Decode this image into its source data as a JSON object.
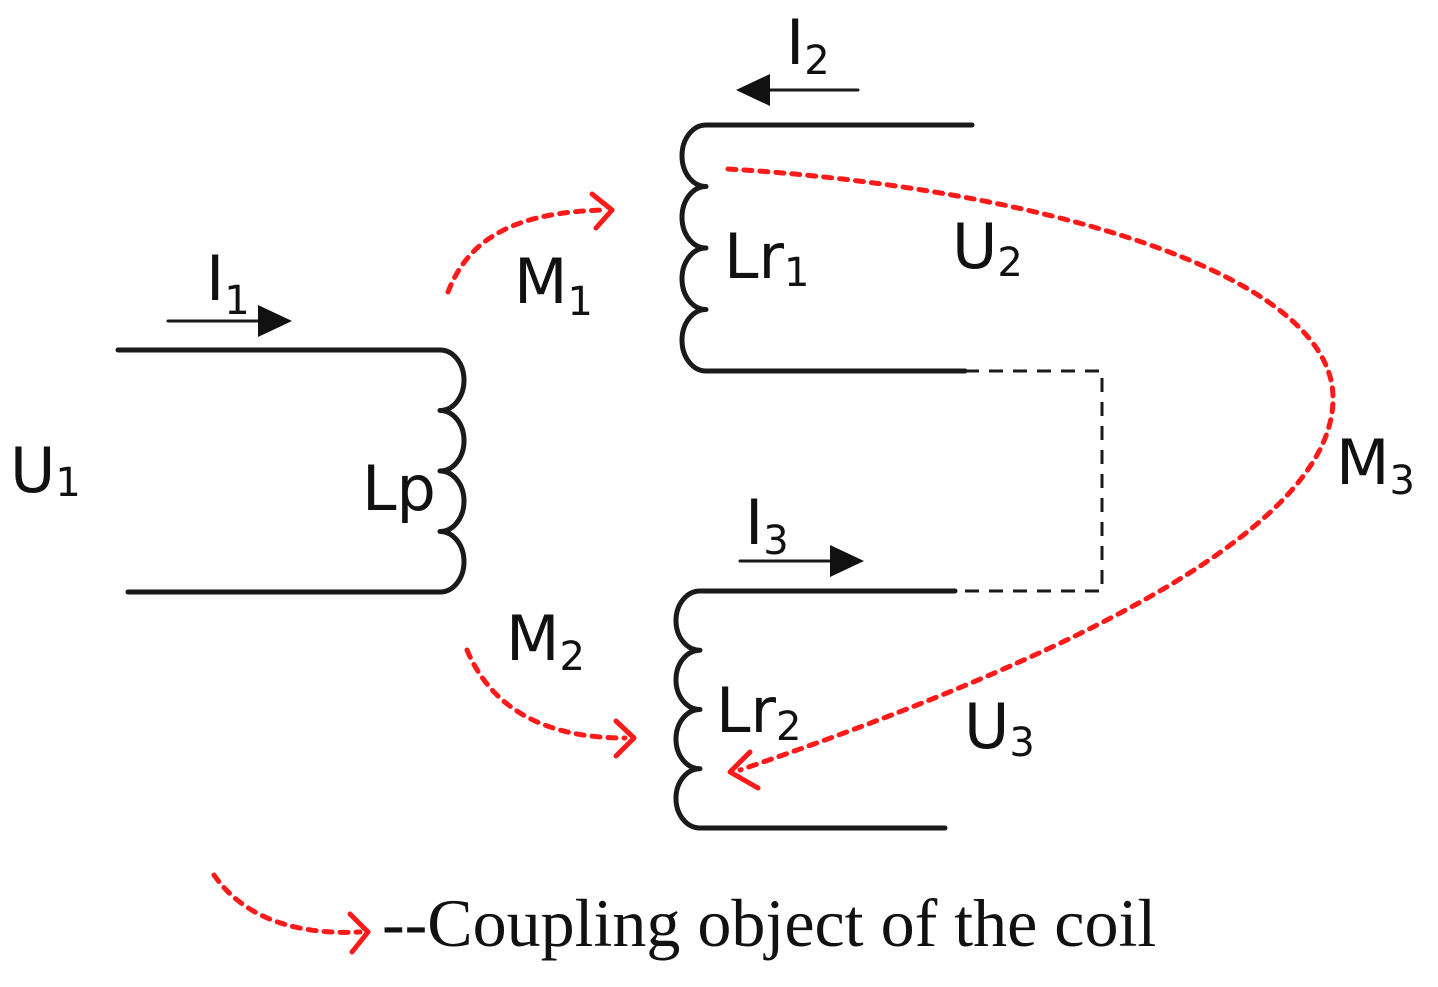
{
  "labels": {
    "u1": {
      "main": "U",
      "sub": "1"
    },
    "u2": {
      "main": "U",
      "sub": "2"
    },
    "u3": {
      "main": "U",
      "sub": "3"
    },
    "i1": {
      "main": "I",
      "sub": "1"
    },
    "i2": {
      "main": "I",
      "sub": "2"
    },
    "i3": {
      "main": "I",
      "sub": "3"
    },
    "lp": {
      "main": "Lp"
    },
    "lr1": {
      "main": "Lr",
      "sub": "1"
    },
    "lr2": {
      "main": "Lr",
      "sub": "2"
    },
    "m1": {
      "main": "M",
      "sub": "1"
    },
    "m2": {
      "main": "M",
      "sub": "2"
    },
    "m3": {
      "main": "M",
      "sub": "3"
    }
  },
  "legend": {
    "text": "--Coupling object of the coil"
  },
  "colors": {
    "wire": "#1a1a1a",
    "coupling": "#ff1a1a"
  }
}
